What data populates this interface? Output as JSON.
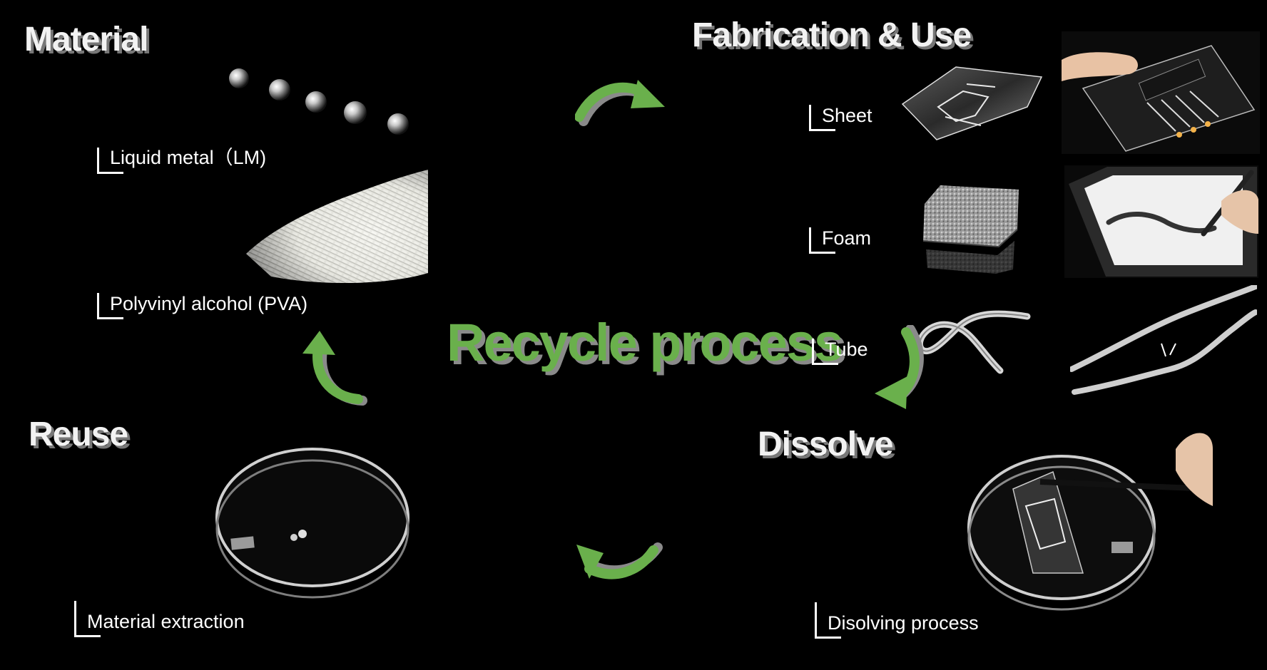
{
  "title": "Recycle process",
  "colors": {
    "accent": "#6ab04c",
    "shadow": "#8a8a8a",
    "background": "#000000"
  },
  "sections": {
    "material": {
      "heading": "Material",
      "items": [
        "Liquid metal（LM)",
        "Polyvinyl alcohol (PVA)"
      ]
    },
    "fabrication": {
      "heading": "Fabrication & Use",
      "items": [
        "Sheet",
        "Foam",
        "Tube"
      ]
    },
    "dissolve": {
      "heading": "Dissolve",
      "items": [
        "Disolving process"
      ]
    },
    "reuse": {
      "heading": "Reuse",
      "items": [
        "Material extraction"
      ]
    }
  }
}
